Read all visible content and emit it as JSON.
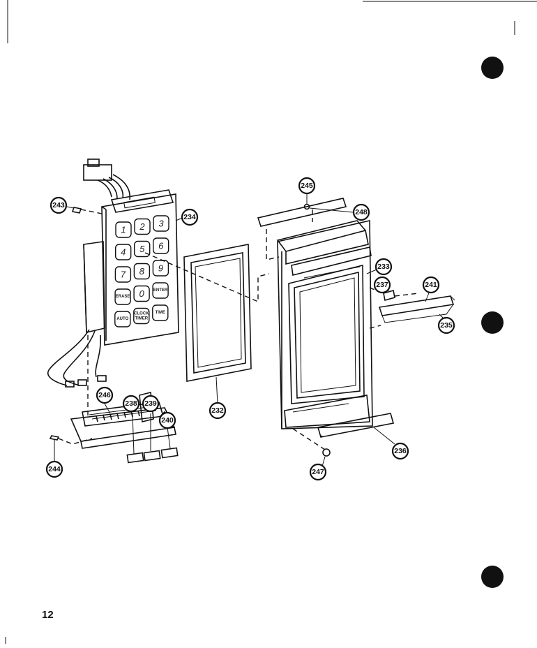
{
  "page_number": "12",
  "keypad_keys": [
    "1",
    "2",
    "3",
    "4",
    "5",
    "6",
    "7",
    "8",
    "9",
    "ERASE",
    "0",
    "ENTER",
    "AUTO",
    "CLOCK TIMER",
    "TIME"
  ],
  "callouts": [
    "243",
    "234",
    "245",
    "248",
    "233",
    "237",
    "241",
    "235",
    "232",
    "236",
    "247",
    "246",
    "238",
    "239",
    "240",
    "244"
  ]
}
